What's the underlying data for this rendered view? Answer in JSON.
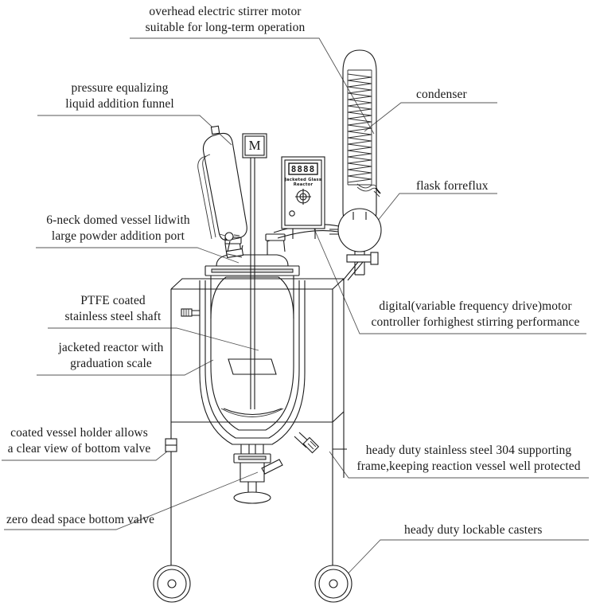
{
  "figure": {
    "title": "Jacketed Glass Reactor labeled diagram",
    "background_color": "#ffffff",
    "line_color": "#1a1a1a",
    "text_color": "#1a1a1a"
  },
  "controller": {
    "display_value": "8888",
    "brand_label": "Jacketed Glass Reactor",
    "knob_name": "speed-knob",
    "indicator_name": "power-indicator"
  },
  "motor": {
    "symbol": "M"
  },
  "annotations": [
    {
      "id": "overhead-stirrer-motor",
      "lines": [
        "overhead electric stirrer motor",
        "suitable for long-term operation"
      ],
      "align": "center"
    },
    {
      "id": "pressure-equalizing-funnel",
      "lines": [
        "pressure equalizing",
        "liquid addition funnel"
      ],
      "align": "center"
    },
    {
      "id": "condenser",
      "lines": [
        "condenser"
      ],
      "align": "left"
    },
    {
      "id": "flask-for-reflux",
      "lines": [
        "flask forreflux"
      ],
      "align": "left"
    },
    {
      "id": "six-neck-domed-lid",
      "lines": [
        "6-neck domed vessel lidwith",
        "large powder addition port"
      ],
      "align": "center"
    },
    {
      "id": "ptfe-coated-shaft",
      "lines": [
        "PTFE coated",
        "stainless steel shaft"
      ],
      "align": "center"
    },
    {
      "id": "jacketed-reactor-graduation",
      "lines": [
        "jacketed reactor with",
        "graduation scale"
      ],
      "align": "center"
    },
    {
      "id": "digital-vfd-motor-controller",
      "lines": [
        "digital(variable frequency drive)motor",
        "controller forhighest stirring performance"
      ],
      "align": "center"
    },
    {
      "id": "coated-vessel-holder",
      "lines": [
        "coated vessel holder allows",
        "a clear view of  bottom valve"
      ],
      "align": "center"
    },
    {
      "id": "supporting-frame",
      "lines": [
        "heady duty stainless steel 304 supporting",
        "frame,keeping reaction vessel well protected"
      ],
      "align": "center"
    },
    {
      "id": "zero-dead-space-bottom-valve",
      "lines": [
        "zero dead space bottom valve"
      ],
      "align": "left"
    },
    {
      "id": "lockable-casters",
      "lines": [
        "heady duty lockable casters"
      ],
      "align": "left"
    }
  ]
}
